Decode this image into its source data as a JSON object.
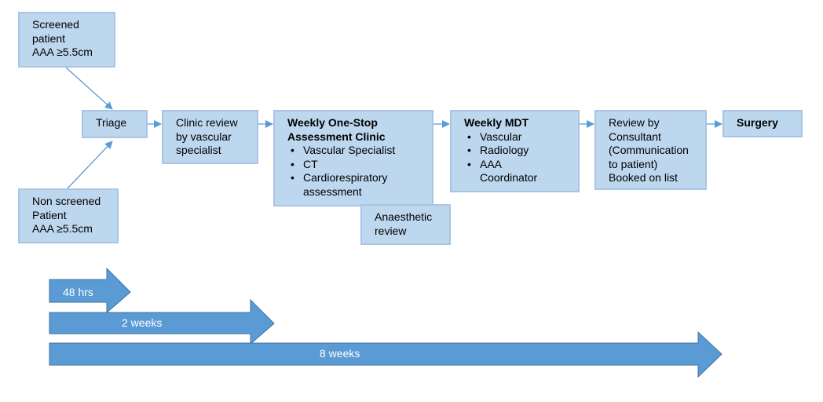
{
  "colors": {
    "box_fill": "#bdd7ee",
    "box_border": "#a9c4e4",
    "connector": "#5b9bd5",
    "timeline_arrow": "#5b9bd5",
    "timeline_text": "#ffffff"
  },
  "boxes": {
    "screened": {
      "lines": [
        "Screened",
        "patient",
        "AAA ≥5.5cm"
      ]
    },
    "non_screened": {
      "lines": [
        "Non screened",
        "Patient",
        "AAA ≥5.5cm"
      ]
    },
    "triage": {
      "text": "Triage"
    },
    "clinic_review": {
      "lines": [
        "Clinic review",
        "by vascular",
        "specialist"
      ]
    },
    "one_stop": {
      "title_lines": [
        "Weekly One-Stop",
        "Assessment Clinic"
      ],
      "items": [
        "Vascular Specialist",
        "CT",
        "Cardiorespiratory",
        "assessment"
      ]
    },
    "anaesthetic": {
      "lines": [
        "Anaesthetic",
        "review"
      ]
    },
    "mdt": {
      "title": "Weekly MDT",
      "items": [
        "Vascular",
        "Radiology",
        "AAA",
        "Coordinator"
      ]
    },
    "consultant": {
      "lines": [
        "Review by",
        "Consultant",
        "(Communication",
        "to patient)",
        "Booked on list"
      ]
    },
    "surgery": {
      "text": "Surgery"
    }
  },
  "timeline": {
    "short": "48 hrs",
    "medium": "2 weeks",
    "long": "8 weeks"
  }
}
